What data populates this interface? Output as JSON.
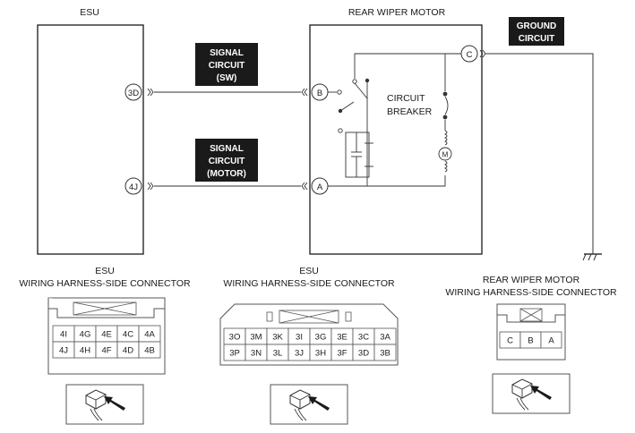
{
  "labels": {
    "esu": "ESU",
    "rear_wiper_motor": "REAR WIPER MOTOR",
    "circuit_breaker_1": "CIRCUIT",
    "circuit_breaker_2": "BREAKER",
    "motor_symbol": "M"
  },
  "badges": {
    "ground": [
      "GROUND",
      "CIRCUIT"
    ],
    "signal_sw": [
      "SIGNAL",
      "CIRCUIT",
      "(SW)"
    ],
    "signal_motor": [
      "SIGNAL",
      "CIRCUIT",
      "(MOTOR)"
    ]
  },
  "terminals": {
    "esu_3d": "3D",
    "esu_4j": "4J",
    "motor_a": "A",
    "motor_b": "B",
    "motor_c": "C"
  },
  "connectors": {
    "esu1": {
      "title": [
        "ESU",
        "WIRING HARNESS-SIDE CONNECTOR"
      ],
      "rows": [
        [
          "4I",
          "4G",
          "4E",
          "4C",
          "4A"
        ],
        [
          "4J",
          "4H",
          "4F",
          "4D",
          "4B"
        ]
      ]
    },
    "esu2": {
      "title": [
        "ESU",
        "WIRING HARNESS-SIDE CONNECTOR"
      ],
      "rows": [
        [
          "3O",
          "3M",
          "3K",
          "3I",
          "3G",
          "3E",
          "3C",
          "3A"
        ],
        [
          "3P",
          "3N",
          "3L",
          "3J",
          "3H",
          "3F",
          "3D",
          "3B"
        ]
      ]
    },
    "motor": {
      "title": [
        "REAR WIPER MOTOR",
        "WIRING HARNESS-SIDE CONNECTOR"
      ],
      "rows": [
        [
          "C",
          "B",
          "A"
        ]
      ]
    }
  },
  "colors": {
    "badge_bg": "#1a1a1a",
    "line": "#333333"
  },
  "icons": [
    "connector-plug-icon",
    "connector-plug-icon",
    "connector-plug-icon",
    "ground-symbol-icon",
    "motor-icon",
    "circuit-breaker-icon",
    "capacitor-icon"
  ]
}
